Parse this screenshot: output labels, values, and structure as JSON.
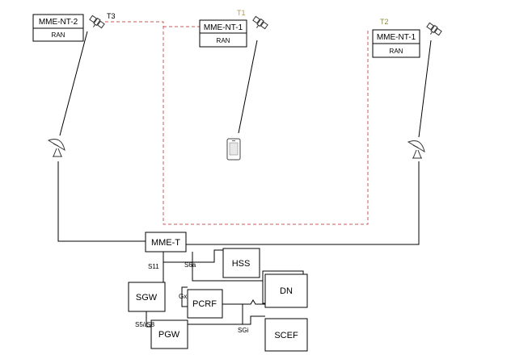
{
  "nodes": {
    "mme_nt2": {
      "top": "MME-NT-2",
      "bottom": "RAN"
    },
    "mme_nt1_a": {
      "top": "MME-NT-1",
      "bottom": "RAN"
    },
    "mme_nt1_b": {
      "top": "MME-NT-1",
      "bottom": "RAN"
    },
    "mme_t": "MME-T",
    "hss": "HSS",
    "sgw": "SGW",
    "pcrf": "PCRF",
    "dn": "DN",
    "pgw": "PGW",
    "scef": "SCEF"
  },
  "satellite_tags": {
    "t1": "T1",
    "t2": "T2",
    "t3": "T3"
  },
  "interfaces": {
    "s11": "S11",
    "s6a": "S6a",
    "gx": "Gx",
    "s5s8": "S5//S8",
    "sgi": "SGi"
  },
  "colors": {
    "tag_t1_t2": "#b49a3c",
    "tag_t3": "#000000",
    "dashed_link": "#c85a54"
  }
}
